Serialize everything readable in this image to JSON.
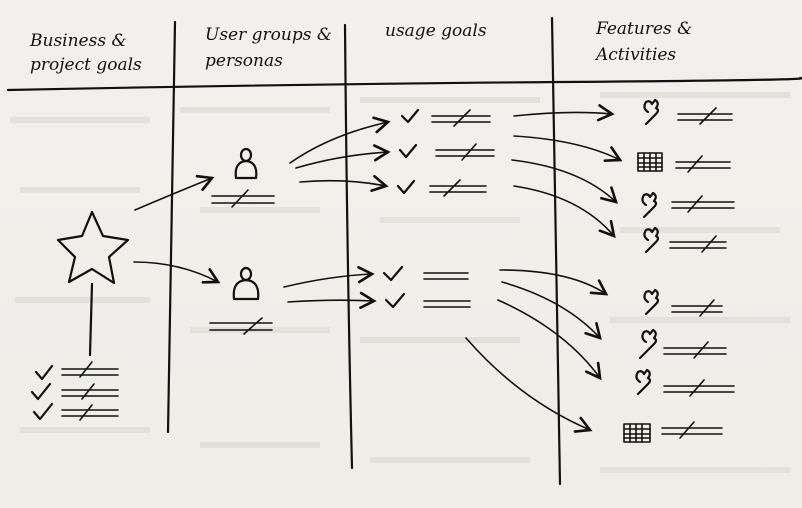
{
  "columns": [
    {
      "heading_line1": "Business &",
      "heading_line2": "project goals"
    },
    {
      "heading_line1": "User groups &",
      "heading_line2": "personas"
    },
    {
      "heading_line1": "usage goals",
      "heading_line2": ""
    },
    {
      "heading_line1": "Features &",
      "heading_line2": "Activities"
    }
  ],
  "icons": {
    "goal": "star-icon",
    "persona": "person-icon",
    "check": "check-icon",
    "feature": "wrench-icon",
    "calendar": "calendar-icon"
  },
  "colors": {
    "ink": "#111111",
    "paper": "#f3f1ed"
  }
}
